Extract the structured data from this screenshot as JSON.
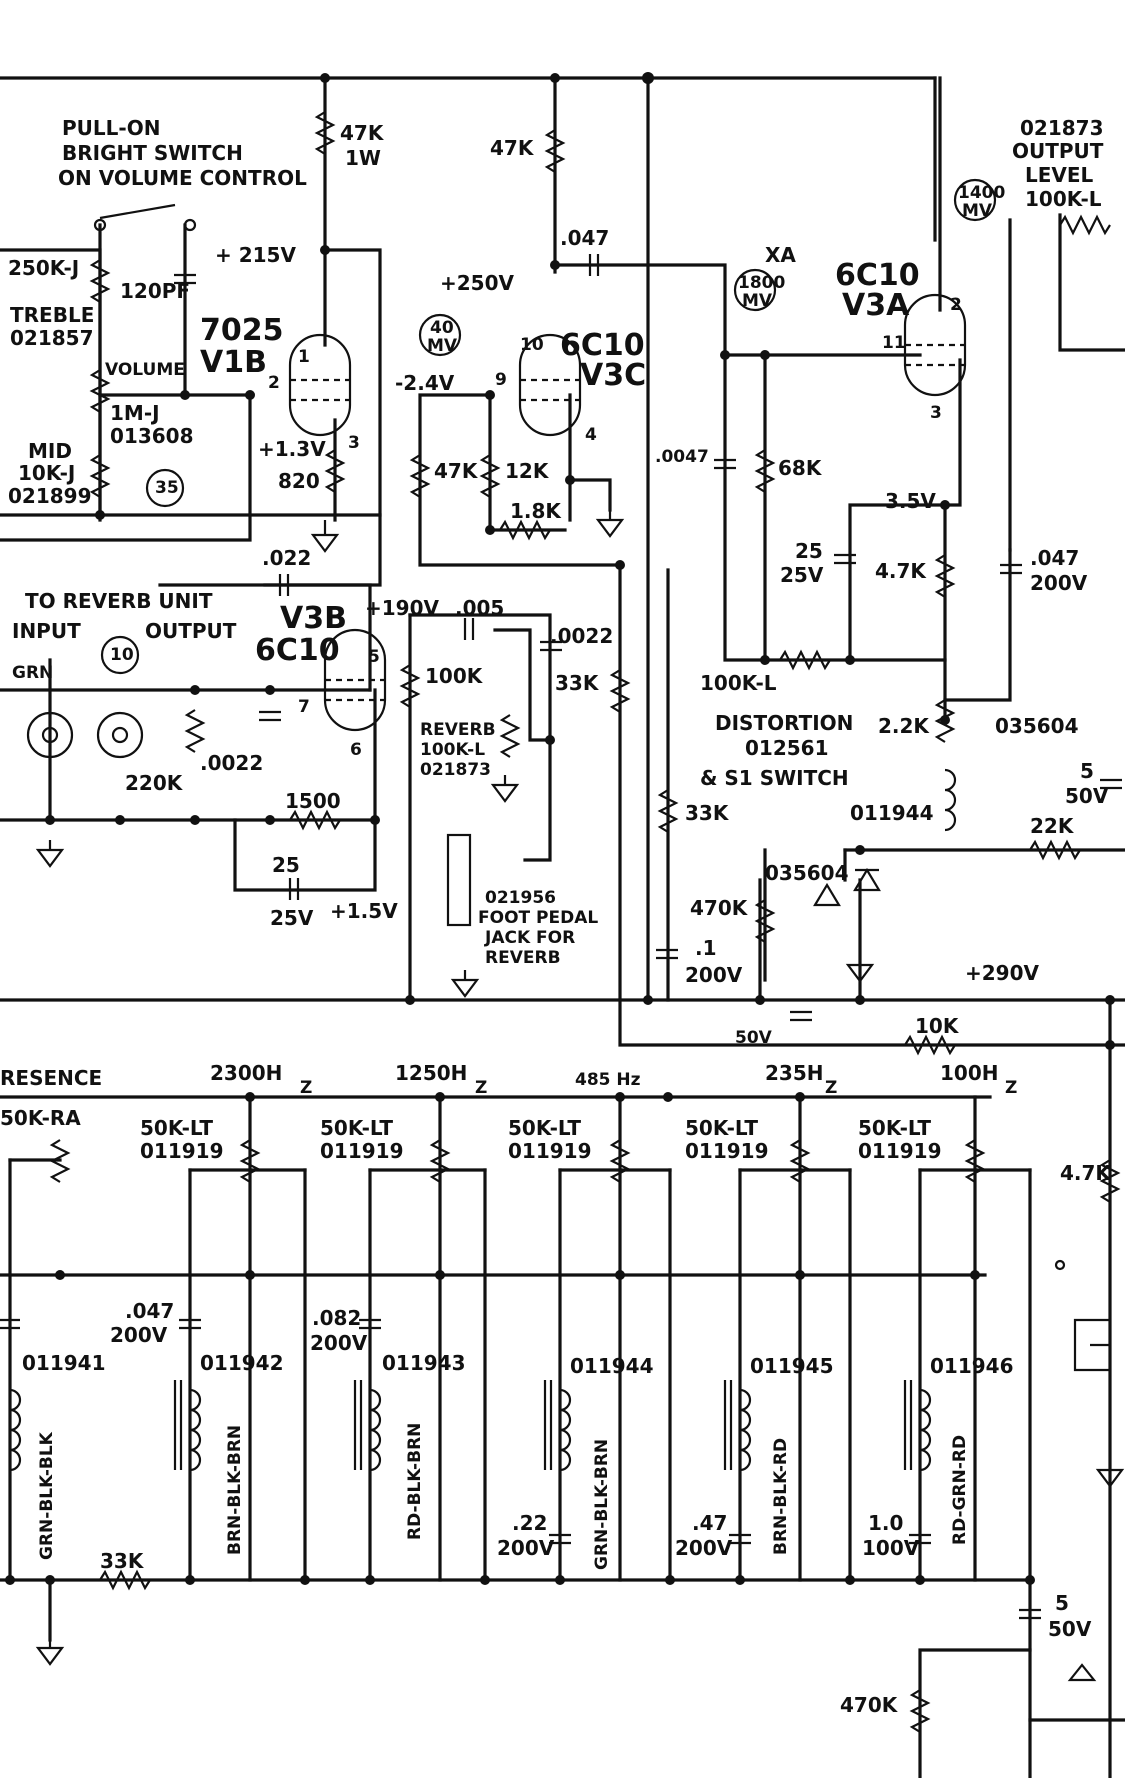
{
  "labels": {
    "pull_on": "PULL-ON",
    "bright_switch": "BRIGHT SWITCH",
    "on_volume": "ON VOLUME CONTROL",
    "r47k_1w_a": "47K",
    "r47k_1w_b": "1W",
    "r47k_top": "47K",
    "v215": "+ 215V",
    "v250": "+250V",
    "c047_top": ".047",
    "xa": "XA",
    "v3a_type": "6C10",
    "v3a_name": "V3A",
    "out_part": "021873",
    "out_output": "OUTPUT",
    "out_level": "LEVEL",
    "out_val": "100K-L",
    "mv1400a": "1400",
    "mv1400b": "MV",
    "mv1800a": "1800",
    "mv1800b": "MV",
    "mv40a": "40",
    "mv40b": "MV",
    "mv35": "35",
    "mv10": "10",
    "r250k": "250K-J",
    "c120pf": "120PF",
    "treble": "TREBLE",
    "treble_part": "021857",
    "v1b_type": "7025",
    "v1b_name": "V1B",
    "volume": "VOLUME",
    "vol_val": "1M-J",
    "vol_part": "013608",
    "mid": "MID",
    "mid_val": "10K-J",
    "mid_part": "021899",
    "v13": "+1.3V",
    "r820": "820",
    "v24": "-2.4V",
    "v3c_type": "6C10",
    "v3c_name": "V3C",
    "r47k_mid": "47K",
    "r12k": "12K",
    "r18k": "1.8K",
    "c0047": ".0047",
    "r68k": "68K",
    "v35": "3.5V",
    "c25_25": "25",
    "c25_25v": "25V",
    "r47k_cath": "4.7K",
    "c047_200": ".047",
    "c047_200v": "200V",
    "c022": ".022",
    "reverb_unit": "TO REVERB UNIT",
    "input": "INPUT",
    "output": "OUTPUT",
    "grn": "GRN",
    "v3b_name": "V3B",
    "v3b_type": "6C10",
    "v190": "+190V",
    "c005": ".005",
    "c0022a": ".0022",
    "r100k": "100K",
    "r33k_a": "33K",
    "r100kl_dist": "100K-L",
    "reverb": "REVERB",
    "reverb_val": "100K-L",
    "reverb_part": "021873",
    "r220k": "220K",
    "c0022b": ".0022",
    "r1500": "1500",
    "distortion": "DISTORTION",
    "dist_part": "012561",
    "s1": "& S1 SWITCH",
    "r22k": "2.2K",
    "diode1": "035604",
    "r33k_b": "33K",
    "ind": "011944",
    "c5_50": "5",
    "c5_50v": "50V",
    "r22k_b": "22K",
    "c25_b": "25",
    "c25_bv": "25V",
    "v15": "+1.5V",
    "pedal_part": "021956",
    "pedal1": "FOOT PEDAL",
    "pedal2": "JACK FOR",
    "pedal3": "REVERB",
    "diode2": "035604",
    "r470k": "470K",
    "c1": ".1",
    "c1v": "200V",
    "v290": "+290V",
    "c50v": "50V",
    "r10k": "10K",
    "presence": "RESENCE",
    "f2300": "2300H",
    "f1250": "1250H",
    "f485": "485 Hz",
    "f235": "235H",
    "f100": "100H",
    "z": "Z",
    "pres_pot": "50K-RA",
    "eq_pot": "50K-LT",
    "eq_part": "011919",
    "c047_eq": ".047",
    "c047_eqv": "200V",
    "c082": ".082",
    "c082v": "200V",
    "c22": ".22",
    "c22v": "200V",
    "c47": ".47",
    "c47v": "200V",
    "c10": "1.0",
    "c10v": "100V",
    "l1": "011941",
    "l2": "011942",
    "l3": "011943",
    "l4": "011944",
    "l5": "011945",
    "l6": "011946",
    "w1": "GRN-BLK-BLK",
    "w2": "BRN-BLK-BRN",
    "w3": "RD-BLK-BRN",
    "w4": "GRN-BLK-BRN",
    "w5": "BRN-BLK-RD",
    "w6": "RD-GRN-RD",
    "r33k_bot": "33K",
    "r47k_right": "4.7K",
    "c5_bot": "5",
    "c5_botv": "50V",
    "r470k_bot": "470K",
    "pin_1": "1",
    "pin_2": "2",
    "pin_3": "3",
    "pin_4": "4",
    "pin_5": "5",
    "pin_6": "6",
    "pin_7": "7",
    "pin_9": "9",
    "pin_10": "10",
    "pin_11": "11",
    "pin_2b": "2",
    "pin_3b": "3"
  }
}
